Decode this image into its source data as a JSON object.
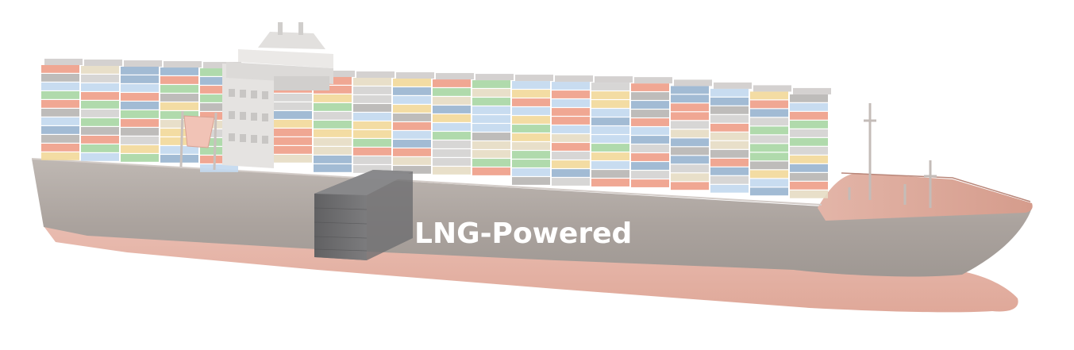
{
  "hull": {
    "label": "LNG-Powered"
  },
  "colors": {
    "background": "#ffffff",
    "hull_upper": "#b4aca7",
    "hull_lower": "#e7b6aa",
    "deck_bow": "#d9aa9c",
    "superstructure": "#e5e3e1",
    "lng_tank": "#6f6f71",
    "label_text": "#ffffff",
    "container_palette": [
      "#c3d9ef",
      "#a9d7a5",
      "#f2d99b",
      "#ef9f8a",
      "#b9b6b4",
      "#d4d2d1",
      "#e6dcc4",
      "#9ab5d0"
    ]
  },
  "icons": {
    "ship": "container-ship-illustration",
    "tank": "lng-tank-block",
    "funnel": "exhaust-funnel"
  }
}
